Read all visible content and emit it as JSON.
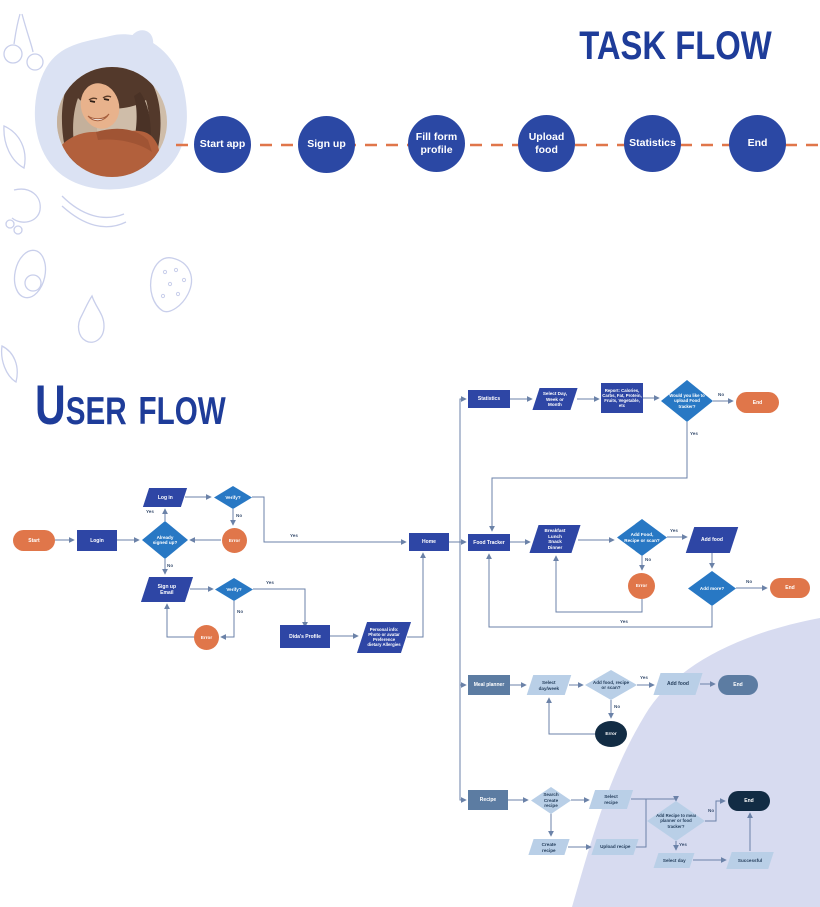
{
  "task_flow": {
    "title": "TASK FLOW",
    "steps": [
      {
        "label": "Start app"
      },
      {
        "label": "Sign up"
      },
      {
        "label": "Fill form profile"
      },
      {
        "label": "Upload food"
      },
      {
        "label": "Statistics"
      },
      {
        "label": "End"
      }
    ]
  },
  "user_flow": {
    "title": "User flow",
    "nodes": {
      "start": {
        "label": "Start"
      },
      "login": {
        "label": "Login"
      },
      "already_signed_up": {
        "label": "Already signed up?"
      },
      "log_in": {
        "label": "Log in"
      },
      "verify_login": {
        "label": "Verify?"
      },
      "error_login": {
        "label": "Error"
      },
      "sign_up_email": {
        "label": "Sign up Email"
      },
      "verify_signup": {
        "label": "Verify?"
      },
      "error_signup": {
        "label": "Error"
      },
      "profile": {
        "label": "Dida's Profile"
      },
      "personal_info": {
        "label": "Personal info: Photo or avatar Preference dietary Allergies"
      },
      "home": {
        "label": "Home"
      },
      "statistics": {
        "label": "Statistics"
      },
      "select_period": {
        "label": "Select Day, Week or Month"
      },
      "report": {
        "label": "Report: Calories, Carbs, Fat, Protein, Fruits, Vegetable, etc"
      },
      "upload_tracker_q": {
        "label": "Would you like to upload Food tracker?"
      },
      "end_statistics": {
        "label": "End"
      },
      "food_tracker": {
        "label": "Food Tracker"
      },
      "meal_type": {
        "label": "Breakfast Lunch Snack Dinner"
      },
      "add_food_q": {
        "label": "Add Food, Recipe or scan?"
      },
      "add_food": {
        "label": "Add food"
      },
      "error_food": {
        "label": "Error"
      },
      "add_more_q": {
        "label": "Add more?"
      },
      "end_food": {
        "label": "End"
      },
      "meal_planner": {
        "label": "Meal planner"
      },
      "select_day_week": {
        "label": "Select day/week"
      },
      "add_food_meal_q": {
        "label": "Add food, recipe or scan?"
      },
      "add_food_meal": {
        "label": "Add food"
      },
      "end_meal": {
        "label": "End"
      },
      "error_meal": {
        "label": "Error"
      },
      "recipe": {
        "label": "Recipe"
      },
      "search_create_q": {
        "label": "Search Create recipe"
      },
      "select_recipe": {
        "label": "Select recipe"
      },
      "add_recipe_q": {
        "label": "Add Recipe to meal planner or food tracker?"
      },
      "end_recipe": {
        "label": "End"
      },
      "create_recipe": {
        "label": "Create recipe"
      },
      "upload_recipe": {
        "label": "Upload recipe"
      },
      "select_day": {
        "label": "Select day"
      },
      "successful": {
        "label": "Successful"
      }
    },
    "edge_labels": {
      "already_yes": "Yes",
      "already_no": "No",
      "verify_login_no": "No",
      "verify_login_yes": "Yes",
      "verify_signup_no": "No",
      "verify_signup_yes": "Yes",
      "stats_no": "No",
      "stats_yes": "Yes",
      "ft_yes": "Yes",
      "ft_no": "No",
      "add_more_no": "No",
      "add_more_yes": "Yes",
      "meal_yes": "Yes",
      "meal_no": "No",
      "recipe_no": "No",
      "recipe_yes": "Yes"
    }
  },
  "colors": {
    "title_blue": "#1e3c99",
    "node_blue": "#2e46a5",
    "node_light_blue": "#2878c4",
    "accent_orange": "#e0764a",
    "node_slate": "#5c7ca2",
    "node_steel": "#b9cfe7",
    "node_navy": "#122c44",
    "background_lavender": "#d7dbf0",
    "connector": "#6b82a8"
  }
}
